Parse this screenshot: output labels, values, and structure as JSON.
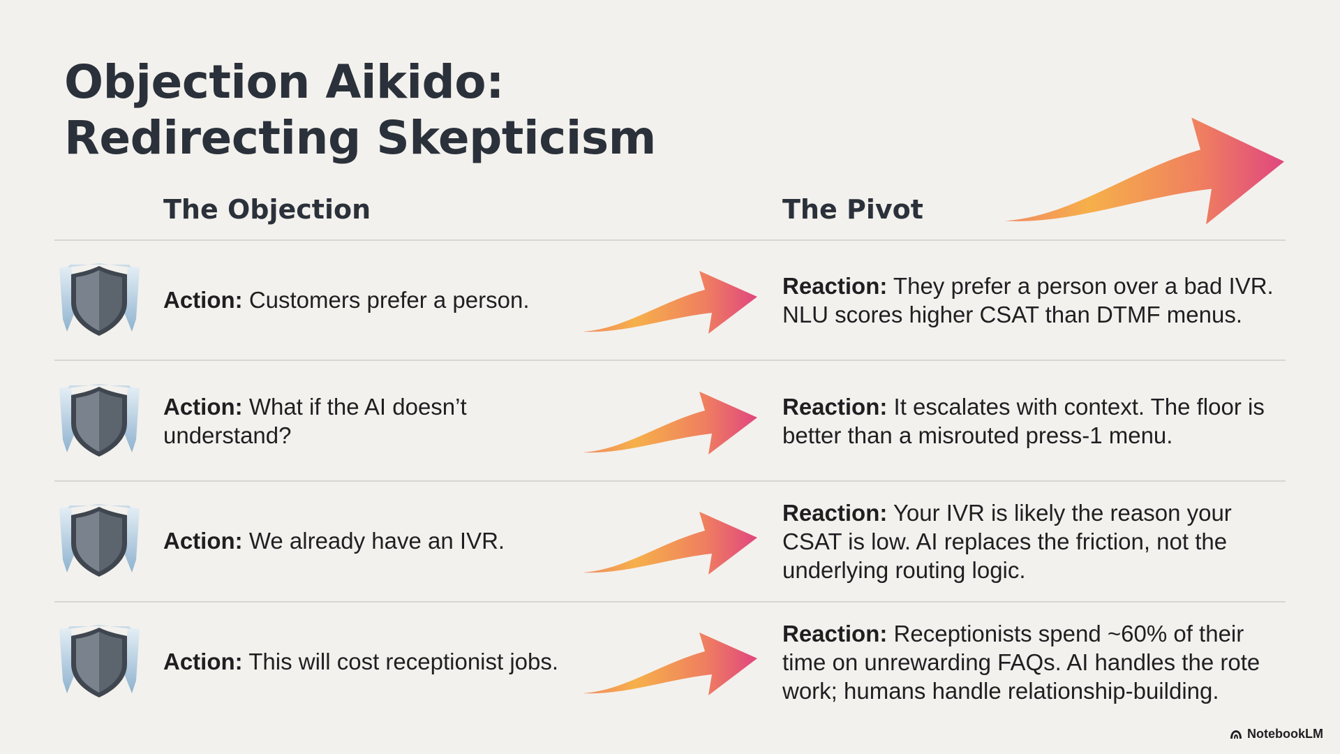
{
  "title": "Objection Aikido: Redirecting Skepticism",
  "headers": {
    "objection": "The Objection",
    "pivot": "The Pivot"
  },
  "rows": [
    {
      "action_label": "Action:",
      "action_text": " Customers prefer a person.",
      "reaction_label": "Reaction:",
      "reaction_text": " They prefer a person over a bad IVR. NLU scores higher CSAT than DTMF menus."
    },
    {
      "action_label": "Action:",
      "action_text": " What if the AI doesn’t understand?",
      "reaction_label": "Reaction:",
      "reaction_text": " It escalates with context. The floor is better than a misrouted press-1 menu."
    },
    {
      "action_label": "Action:",
      "action_text": " We already have an IVR.",
      "reaction_label": "Reaction:",
      "reaction_text": " Your IVR is likely the reason your CSAT is low. AI replaces the friction, not the underlying routing logic."
    },
    {
      "action_label": "Action:",
      "action_text": " This will cost receptionist jobs.",
      "reaction_label": "Reaction:",
      "reaction_text": " Receptionists spend ~60% of their time on unrewarding FAQs. AI handles the rote work; humans handle relationship-building."
    }
  ],
  "icons": {
    "row_icon": "shield-icon",
    "pivot_icon": "arrow-right-icon",
    "brand_icon": "notebooklm-icon"
  },
  "colors": {
    "background": "#f3f1ed",
    "shield_body": "#5f6873",
    "arrow_start": "#f6b04a",
    "arrow_end": "#e0467e"
  },
  "brand": "NotebookLM"
}
